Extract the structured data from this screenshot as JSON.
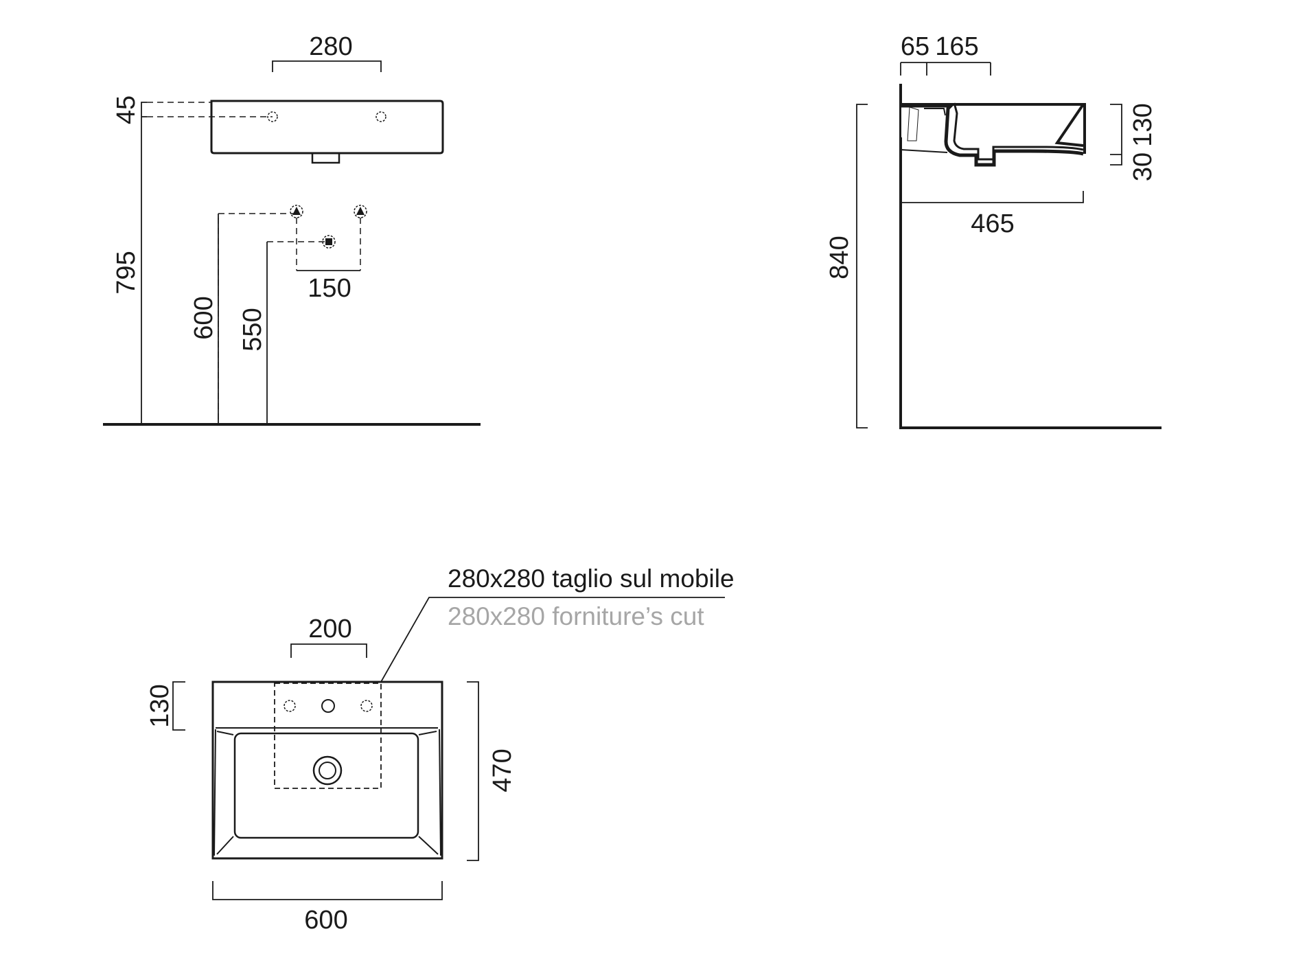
{
  "front_view": {
    "dim_tap_spacing": "280",
    "dim_hole_offset": "45",
    "dim_hole_height": "795",
    "dim_supply_height": "600",
    "dim_drain_height": "550",
    "dim_supply_spacing": "150"
  },
  "side_view": {
    "dim_wall_offset": "65",
    "dim_tap_from_wall": "165",
    "dim_depth": "465",
    "dim_total_height": "840",
    "dim_rim": "30",
    "dim_basin_height": "130"
  },
  "top_view": {
    "dim_cut_width": "200",
    "dim_deck_depth": "130",
    "dim_overall_depth": "470",
    "dim_overall_width": "600",
    "note_it": "280x280 taglio sul mobile",
    "note_en": "280x280 forniture’s cut",
    "note_en_color": "#a6a6a6"
  }
}
